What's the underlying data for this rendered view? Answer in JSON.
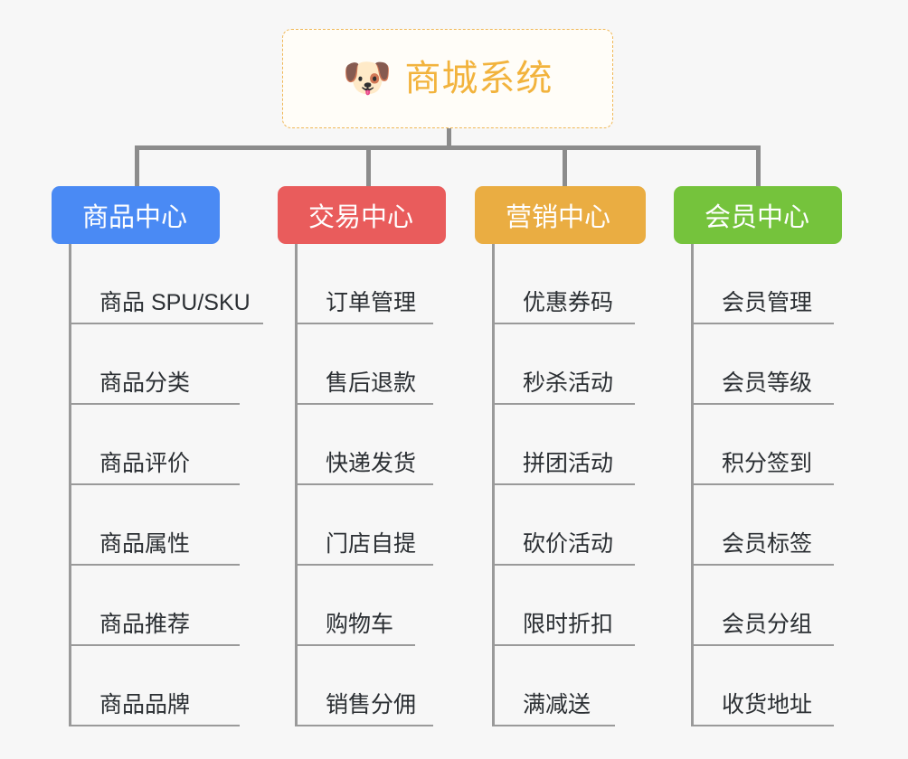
{
  "root": {
    "icon": "dog-face-icon",
    "icon_glyph": "🐶",
    "title": "商城系统",
    "title_color": "#f2b33d",
    "border_color": "#f0b857",
    "background": "#fffdf8"
  },
  "canvas": {
    "background": "#f7f7f7",
    "connector_color": "#8c8c8c",
    "leaf_line_color": "#9a9a9a",
    "leaf_text_color": "#2b2f33"
  },
  "columns": [
    {
      "id": "product-center",
      "label": "商品中心",
      "color": "#4a8af4",
      "items": [
        "商品 SPU/SKU",
        "商品分类",
        "商品评价",
        "商品属性",
        "商品推荐",
        "商品品牌"
      ]
    },
    {
      "id": "trade-center",
      "label": "交易中心",
      "color": "#e95c5c",
      "items": [
        "订单管理",
        "售后退款",
        "快递发货",
        "门店自提",
        "购物车",
        "销售分佣"
      ]
    },
    {
      "id": "marketing-center",
      "label": "营销中心",
      "color": "#eaad42",
      "items": [
        "优惠券码",
        "秒杀活动",
        "拼团活动",
        "砍价活动",
        "限时折扣",
        "满减送"
      ]
    },
    {
      "id": "member-center",
      "label": "会员中心",
      "color": "#75c33c",
      "items": [
        "会员管理",
        "会员等级",
        "积分签到",
        "会员标签",
        "会员分组",
        "收货地址"
      ]
    }
  ]
}
